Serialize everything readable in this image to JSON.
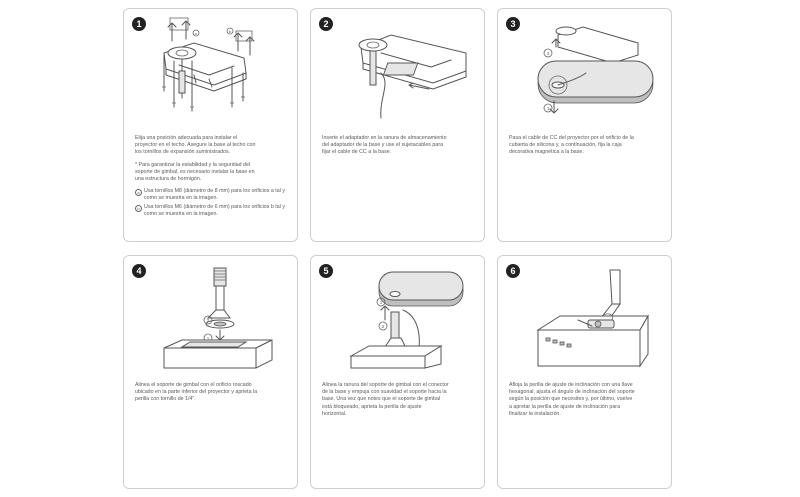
{
  "steps": [
    {
      "number": "1",
      "lines": [
        "Elija una posición adecuada para instalar el",
        "proyector en el techo. Asegure la base al techo con",
        "los tornillos de expansión suministrados."
      ],
      "note_lines": [
        "* Para garantizar la estabilidad y la seguridad del",
        "soporte de gimbal, es necesario instalar la base en",
        "una estructura de hormigón."
      ],
      "subitems": [
        {
          "marker": "a",
          "lines": [
            "Usa tornillos M8 (diámetro de 8 mm) para los orificios a tal y",
            "como se muestra en la imagen."
          ]
        },
        {
          "marker": "b",
          "lines": [
            "Usa tornillos M6 (diámetro de 6 mm) para los orificios b tal y",
            "como se muestra en la imagen."
          ]
        }
      ]
    },
    {
      "number": "2",
      "lines": [
        "Inserte el adaptador en la ranura de almacenamiento",
        "del adaptador de la base y use el sujetacables para",
        "fijar el cable de CC a la base."
      ]
    },
    {
      "number": "3",
      "lines": [
        "Pasa el cable de CC del proyector por el orificio de la",
        "cubierta de silicona y, a continuación, fija la caja",
        "decorativa magnética a la base."
      ]
    },
    {
      "number": "4",
      "lines": [
        "Alinea el soporte de gimbal con el orificio roscado",
        "ubicado en la parte inferior del proyector y aprieta la",
        "perilla con tornillo de 1/4\"."
      ]
    },
    {
      "number": "5",
      "lines": [
        "Alinea la ranura del soporte de gimbal con el conector",
        "de la base y empuja con suavidad el soporte hacia la",
        "base. Una vez que notes que el soporte de gimbal",
        "está bloqueado, aprieta la perilla de ajuste",
        "horizontal."
      ]
    },
    {
      "number": "6",
      "lines": [
        "Afloja la perilla de ajuste de inclinación con una llave",
        "hexagonal, ajusta el ángulo de inclinación del soporte",
        "según la posición que necesites y, por último, vuelve",
        "a apretar la perilla de ajuste de inclinación para",
        "finalizar la instalación."
      ]
    }
  ],
  "callouts": {
    "a": "a",
    "b": "b",
    "one": "1",
    "two": "2"
  }
}
